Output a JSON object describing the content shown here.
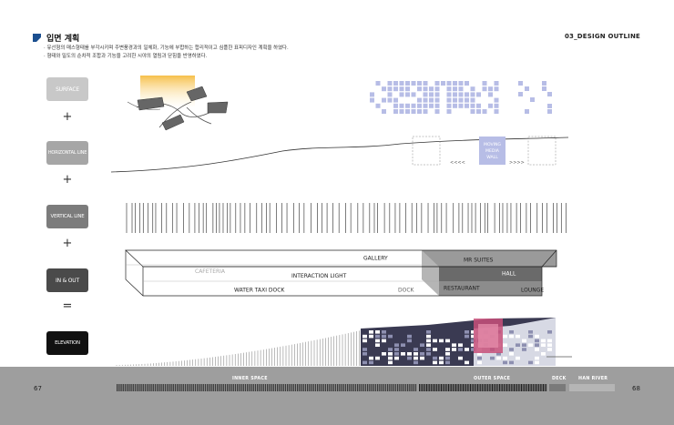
{
  "header": {
    "title": "입면 계획",
    "section": "03_DESIGN OUTLINE",
    "bullets": [
      "유선형의 매스형태를 부각시키며 주변풍경과의 일체화, 기능에 부합하는 합리적이고 심플한 표피디자인 계획을 하였다.",
      "형태와 밀도의 순차적 조합과 기능을 고려한 시야의 열림과 닫힘을 반영하였다."
    ]
  },
  "concepts": [
    {
      "label": "SURFACE",
      "color": "#c8c8c8"
    },
    {
      "label": "HORIZONTAL LINE",
      "color": "#a6a6a6"
    },
    {
      "label": "VERTICAL LINE",
      "color": "#7c7c7c"
    },
    {
      "label": "IN & OUT",
      "color": "#4a4a4a"
    },
    {
      "label": "ELEVATION",
      "color": "#111111"
    }
  ],
  "operators": [
    "+",
    "+",
    "+",
    "="
  ],
  "moving_media": {
    "line1": "MOVING",
    "line2": "MEDIA",
    "line3": "WALL",
    "left_arrows": "<<<<",
    "right_arrows": ">>>>"
  },
  "program": {
    "gallery": "GALLERY",
    "cafeteria": "CAFETERIA",
    "interaction_light": "INTERACTION LIGHT",
    "water_taxi_dock": "WATER TAXI DOCK",
    "dock": "DOCK",
    "mr_suites": "MR SUITES",
    "hall": "HALL",
    "restaurant": "RESTAURANT",
    "lounge": "LOUNGE"
  },
  "footer": {
    "page_left": "67",
    "page_right": "68",
    "zones": [
      "INNER SPACE",
      "OUTER SPACE",
      "DECK",
      "HAN RIVER"
    ]
  },
  "colors": {
    "accent_blue": "#b7bde6",
    "icon_blue": "#1b4f8f",
    "footer_gray": "#9e9e9e"
  }
}
